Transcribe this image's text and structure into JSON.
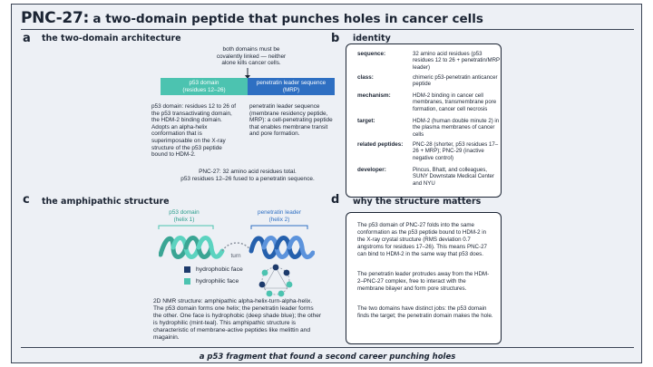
{
  "title": {
    "main": "PNC-27:",
    "sub": "a two-domain peptide that punches holes in cancer cells"
  },
  "panel_a": {
    "letter": "a",
    "heading": "the two-domain architecture",
    "linker_note": "both domains must be covalently linked — neither alone kills cancer cells.",
    "domain1_name": "p53 domain",
    "domain1_range": "(residues 12–26)",
    "domain2_name": "penetratin leader sequence",
    "domain2_abbrev": "(MRP)",
    "domain1_desc": "p53 domain: residues 12 to 26 of the p53 transactivating domain, the HDM-2 binding domain. Adopts an alpha-helix conformation that is superimposable on the X-ray structure of the p53 peptide bound to HDM-2.",
    "domain2_desc": "penetratin leader sequence (membrane residency peptide, MRP): a cell-penetrating peptide that enables membrane transit and pore formation.",
    "summary_line1": "PNC-27: 32 amino acid residues total.",
    "summary_line2": "p53 residues 12–26 fused to a penetratin sequence.",
    "colors": {
      "domain1": "#4cc3b0",
      "domain2": "#2e6fc2"
    }
  },
  "panel_b": {
    "letter": "b",
    "heading": "identity",
    "rows": [
      {
        "label": "sequence:",
        "value": "32 amino acid residues (p53 residues 12 to 26 + penetratin/MRP leader)"
      },
      {
        "label": "class:",
        "value": "chimeric p53-penetratin anticancer peptide"
      },
      {
        "label": "mechanism:",
        "value": "HDM-2 binding in cancer cell membranes, transmembrane pore formation, cancer cell necrosis"
      },
      {
        "label": "target:",
        "value": "HDM-2 (human double minute 2) in the plasma membranes of cancer cells"
      },
      {
        "label": "related peptides:",
        "value": "PNC-28 (shorter, p53 residues 17–26 + MRP); PNC-29 (inactive negative control)"
      },
      {
        "label": "developer:",
        "value": "Pincus, Bhatt, and colleagues, SUNY Downstate Medical Center and NYU"
      }
    ]
  },
  "panel_c": {
    "letter": "c",
    "heading": "the amphipathic structure",
    "helix1_name": "p53 domain",
    "helix1_sub": "(helix 1)",
    "helix2_name": "penetratin leader",
    "helix2_sub": "(helix 2)",
    "turn_label": "turn",
    "legend_hydrophobic": "hydrophobic face",
    "legend_hydrophilic": "hydrophilic face",
    "caption": "2D NMR structure: amphipathic alpha-helix-turn-alpha-helix. The p53 domain forms one helix; the penetratin leader forms the other. One face is hydrophobic (deep shade blue); the other is hydrophilic (mint-teal). This amphipathic structure is characteristic of membrane-active peptides like melittin and magainin.",
    "colors": {
      "hydrophobic": "#1d3a6b",
      "hydrophilic": "#4cc3b0"
    }
  },
  "panel_d": {
    "letter": "d",
    "heading": "why the structure matters",
    "paragraphs": [
      "The p53 domain of PNC-27 folds into the same conformation as the p53 peptide bound to HDM-2 in the X-ray crystal structure (RMS deviation 0.7 angstroms for residues 17–26). This means PNC-27 can bind to HDM-2 in the same way that p53 does.",
      "The penetratin leader protrudes away from the HDM-2–PNC-27 complex, free to interact with the membrane bilayer and form pore structures.",
      "The two domains have distinct jobs: the p53 domain finds the target; the penetratin domain makes the hole."
    ]
  },
  "footer": "a p53 fragment that found a second career punching holes"
}
